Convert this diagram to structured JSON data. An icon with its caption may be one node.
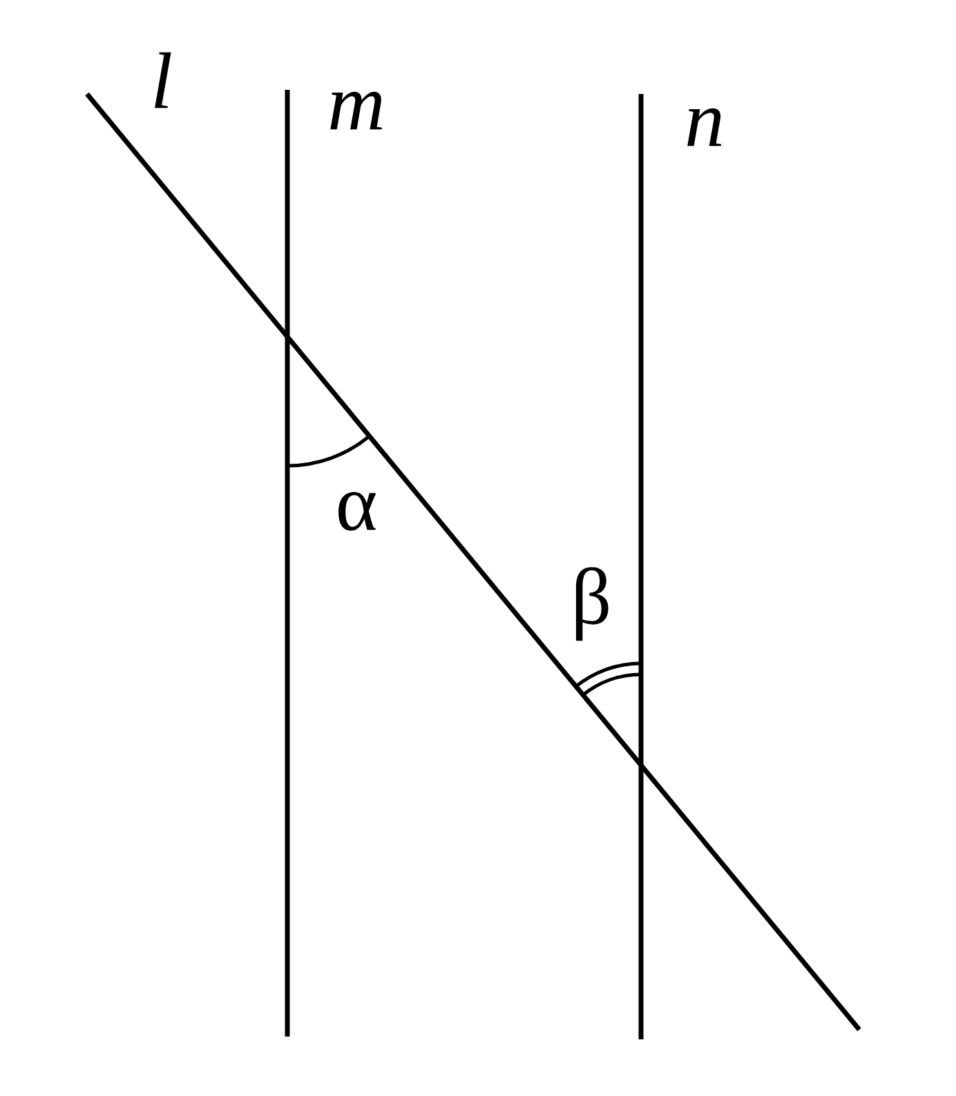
{
  "diagram": {
    "labels": [
      "l",
      "m",
      "n",
      "α",
      "β"
    ]
  }
}
